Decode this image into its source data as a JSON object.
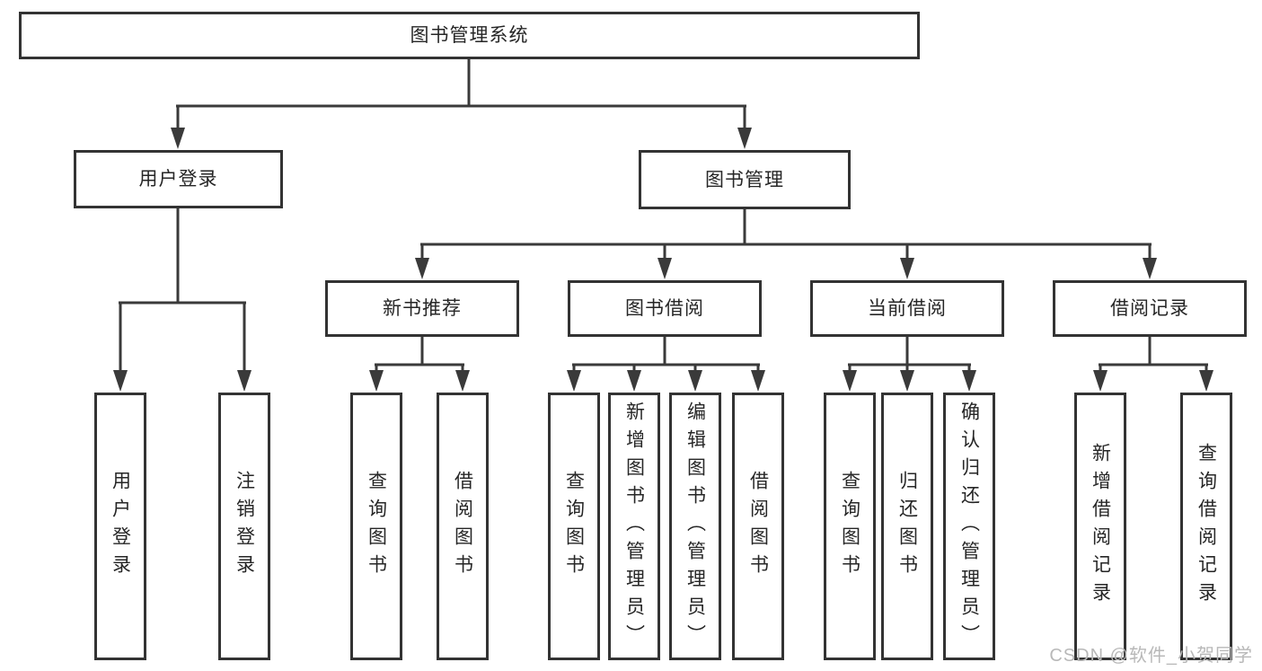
{
  "diagram_title": "图书管理系统",
  "colors": {
    "line": "#3a3a3a",
    "box_border": "#333333",
    "box_fill": "#ffffff",
    "text": "#262626",
    "watermark": "#b8b8b8",
    "background": "#ffffff"
  },
  "root": {
    "label": "图书管理系统"
  },
  "level2": [
    {
      "label": "用户登录"
    },
    {
      "label": "图书管理"
    }
  ],
  "level3": [
    {
      "label": "新书推荐",
      "parent": "图书管理"
    },
    {
      "label": "图书借阅",
      "parent": "图书管理"
    },
    {
      "label": "当前借阅",
      "parent": "图书管理"
    },
    {
      "label": "借阅记录",
      "parent": "图书管理"
    }
  ],
  "leaves": [
    {
      "label": "用户登录",
      "parent": "用户登录"
    },
    {
      "label": "注销登录",
      "parent": "用户登录"
    },
    {
      "label": "查询图书",
      "parent": "新书推荐"
    },
    {
      "label": "借阅图书",
      "parent": "新书推荐"
    },
    {
      "label": "查询图书",
      "parent": "图书借阅"
    },
    {
      "label": "新增图书（管理员）",
      "parent": "图书借阅"
    },
    {
      "label": "编辑图书（管理员）",
      "parent": "图书借阅"
    },
    {
      "label": "借阅图书",
      "parent": "图书借阅"
    },
    {
      "label": "查询图书",
      "parent": "当前借阅"
    },
    {
      "label": "归还图书",
      "parent": "当前借阅"
    },
    {
      "label": "确认归还（管理员）",
      "parent": "当前借阅"
    },
    {
      "label": "新增借阅记录",
      "parent": "借阅记录"
    },
    {
      "label": "查询借阅记录",
      "parent": "借阅记录"
    }
  ],
  "watermark": {
    "text": "CSDN @软件_小贺同学"
  }
}
